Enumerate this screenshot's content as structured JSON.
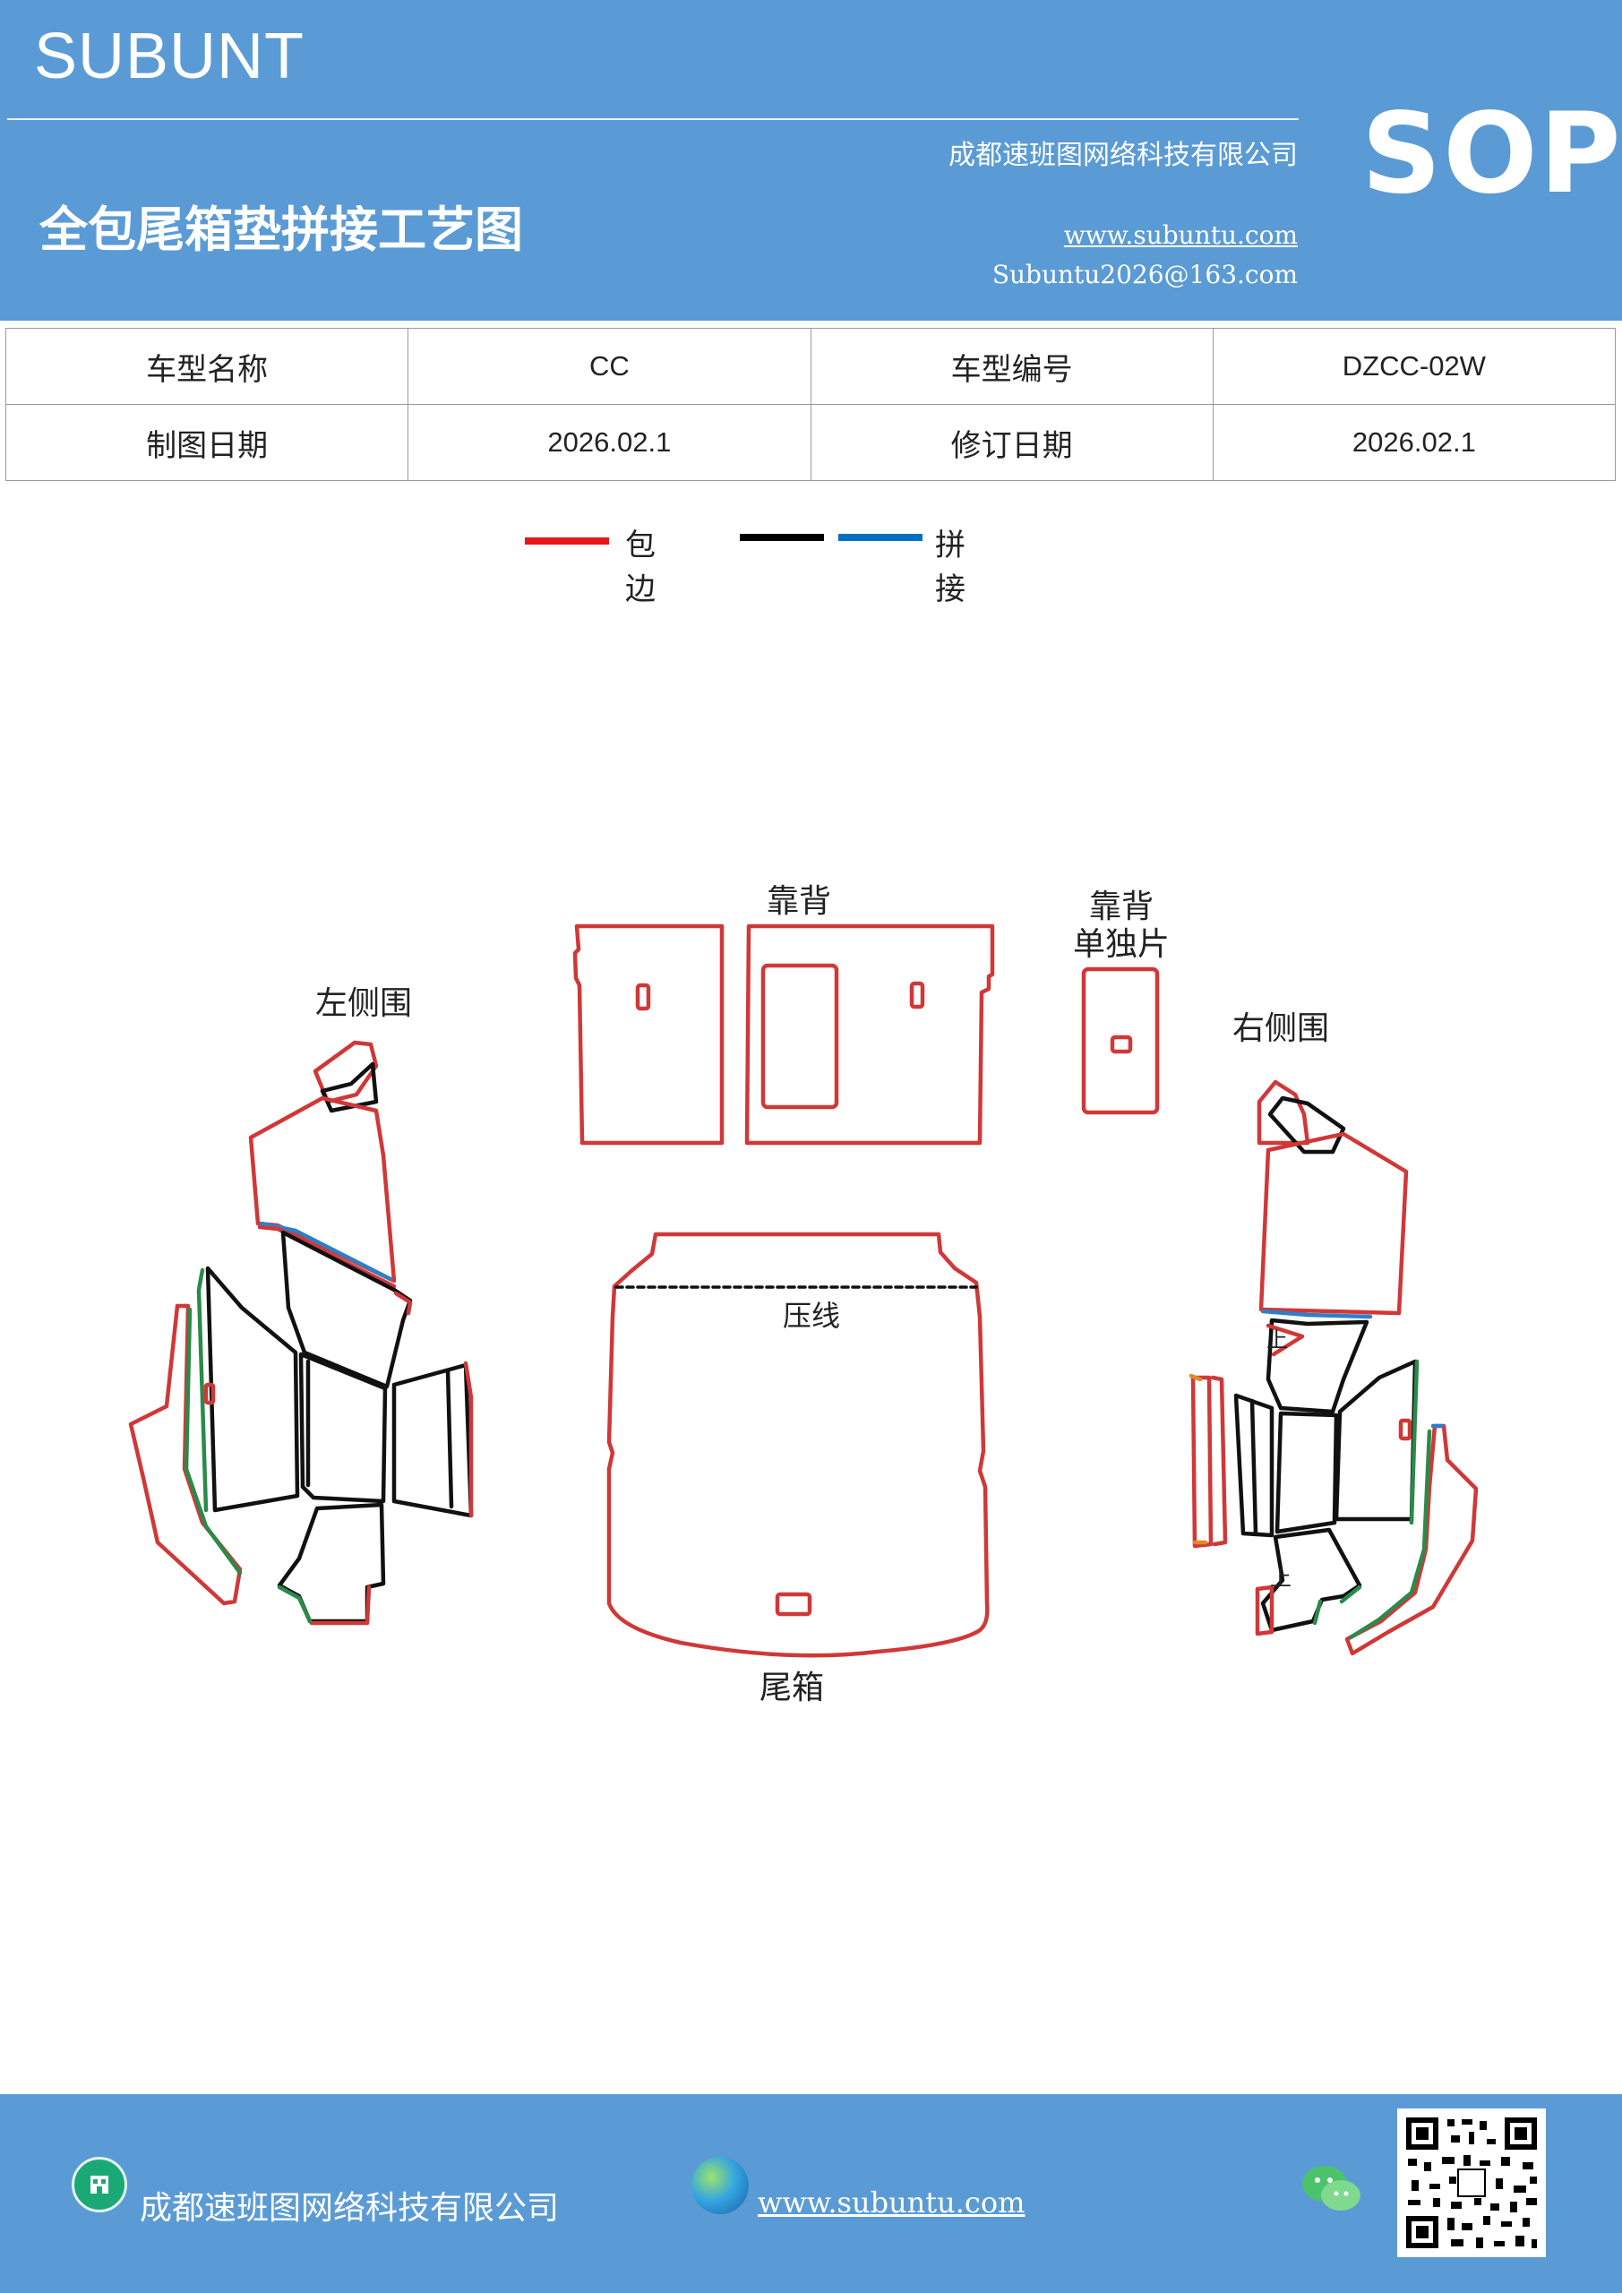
{
  "header": {
    "brand": "SUBUNT",
    "company": "成都速班图网络科技有限公司",
    "title": "全包尾箱垫拼接工艺图",
    "website": "www.subuntu.com",
    "email": "Subuntu2026@163.com",
    "badge": "SOP",
    "background_color": "#5b9bd5"
  },
  "info_table": {
    "rows": [
      [
        "车型名称",
        "CC",
        "车型编号",
        "DZCC-02W"
      ],
      [
        "制图日期",
        "2026.02.1",
        "修订日期",
        "2026.02.1"
      ]
    ]
  },
  "legend": {
    "items": [
      {
        "label": "包边",
        "colors": [
          "#e8141c"
        ]
      },
      {
        "label": "拼接",
        "colors": [
          "#000000",
          "#0070c0"
        ]
      }
    ]
  },
  "diagram": {
    "labels": {
      "backrest": "靠背",
      "backrest_single_1": "靠背",
      "backrest_single_2": "单独片",
      "left_side": "左侧围",
      "right_side": "右侧围",
      "press_line": "压线",
      "trunk": "尾箱",
      "up_mark_1": "上",
      "up_mark_2": "上"
    },
    "colors": {
      "edge": "#d03838",
      "seam_black": "#111111",
      "seam_blue": "#2f7fc8",
      "green": "#2a8a4a",
      "orange": "#e08a2a"
    }
  },
  "footer": {
    "company": "成都速班图网络科技有限公司",
    "website": "www.subuntu.com",
    "icons": [
      "building-icon",
      "globe-icon",
      "wechat-icon",
      "qr-code"
    ]
  }
}
